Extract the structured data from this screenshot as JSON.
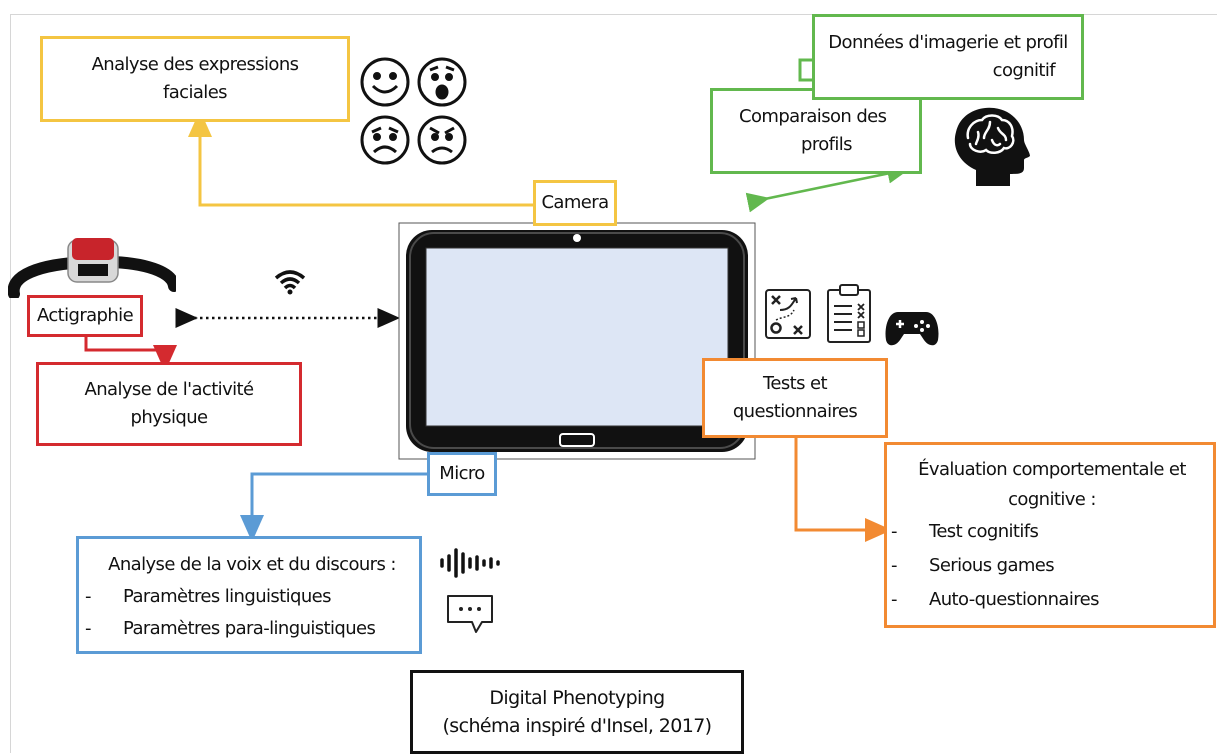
{
  "boxes": {
    "facial": {
      "line1": "Analyse des expressions",
      "line2": "faciales"
    },
    "camera": "Camera",
    "imaging": {
      "line1": "Données d'imagerie et profil",
      "line2": "cognitif"
    },
    "comparison": {
      "line1": "Comparaison des",
      "line2": "profils"
    },
    "actigraphy": "Actigraphie",
    "activity": {
      "line1": "Analyse de l'activité",
      "line2": "physique"
    },
    "tests": {
      "line1": "Tests et",
      "line2": "questionnaires"
    },
    "evaluation": {
      "line1": "Évaluation comportementale et",
      "line2": "cognitive :",
      "items": [
        "Test cognitifs",
        "Serious games",
        "Auto-questionnaires"
      ]
    },
    "micro": "Micro",
    "voice": {
      "title": "Analyse de la voix et du discours :",
      "items": [
        "Paramètres linguistiques",
        "Paramètres para-linguistiques"
      ]
    },
    "caption": {
      "line1": "Digital Phenotyping",
      "line2": "(schéma inspiré d'Insel, 2017)"
    }
  },
  "list_dash": "-",
  "icons": {
    "faces": [
      "smiling-face-icon",
      "surprised-face-icon",
      "sad-face-icon",
      "angry-face-icon"
    ],
    "brain_head": "brain-head-icon",
    "wifi": "wifi-icon",
    "wristband": "activity-tracker-icon",
    "tablet": "tablet-icon",
    "strategy": "strategy-board-icon",
    "clipboard": "clipboard-icon",
    "gamepad": "gamepad-icon",
    "soundwave": "soundwave-icon",
    "chat": "chat-bubble-icon"
  },
  "colors": {
    "yellow": "#f4c542",
    "green": "#62b84e",
    "red": "#d42a2f",
    "blue": "#5b9bd5",
    "orange": "#f28a32",
    "black": "#111111",
    "screen": "#dde6f5"
  }
}
